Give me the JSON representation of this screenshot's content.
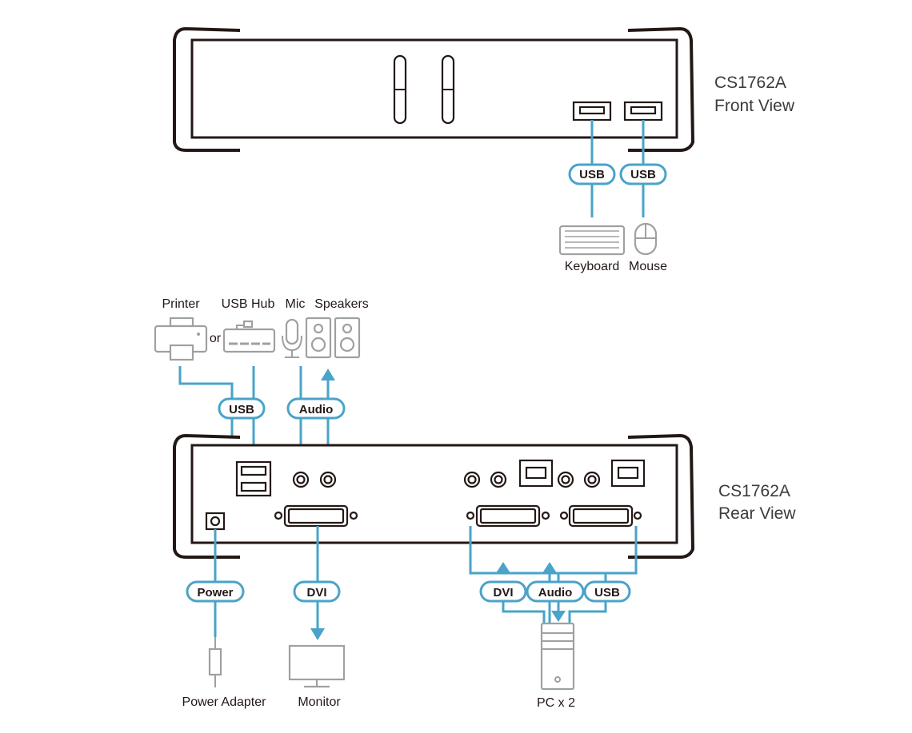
{
  "front": {
    "model": "CS1762A",
    "view": "Front View",
    "usb_labels": [
      "USB",
      "USB"
    ],
    "keyboard": "Keyboard",
    "mouse": "Mouse"
  },
  "rear": {
    "model": "CS1762A",
    "view": "Rear View"
  },
  "peripherals": {
    "printer": "Printer",
    "or": "or",
    "usb_hub": "USB Hub",
    "mic": "Mic",
    "speakers": "Speakers",
    "usb_label": "USB",
    "audio_label": "Audio"
  },
  "outputs": {
    "power_label": "Power",
    "dvi_label": "DVI",
    "power_adapter": "Power Adapter",
    "monitor": "Monitor"
  },
  "pc": {
    "dvi_label": "DVI",
    "audio_label": "Audio",
    "usb_label": "USB",
    "name": "PC x 2"
  },
  "colors": {
    "cable": "#4aa3c8",
    "device": "#231815",
    "icon": "#9fa0a0"
  }
}
